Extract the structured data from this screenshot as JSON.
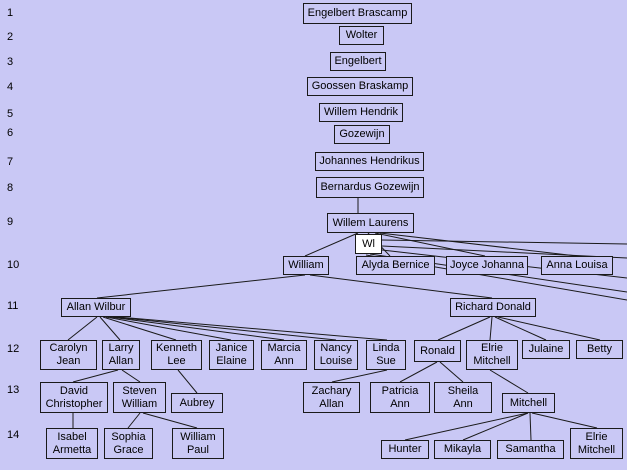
{
  "generations": [
    "1",
    "2",
    "3",
    "4",
    "5",
    "6",
    "7",
    "8",
    "9",
    "10",
    "11",
    "12",
    "13",
    "14"
  ],
  "nodes": {
    "engelbert_brascamp": "Engelbert Brascamp",
    "wolter": "Wolter",
    "engelbert": "Engelbert",
    "goossen_braskamp": "Goossen Braskamp",
    "willem_hendrik": "Willem Hendrik",
    "gozewijn": "Gozewijn",
    "johannes_hendrikus": "Johannes Hendrikus",
    "bernardus_gozewijn": "Bernardus Gozewijn",
    "willem_laurens": "Willem Laurens",
    "wl": "Wl",
    "william": "William",
    "alyda_bernice": "Alyda Bernice",
    "joyce_johanna": "Joyce Johanna",
    "anna_louisa": "Anna Louisa",
    "allan_wilbur": "Allan Wilbur",
    "richard_donald": "Richard Donald",
    "carolyn_jean": "Carolyn\nJean",
    "larry_allan": "Larry\nAllan",
    "kenneth_lee": "Kenneth\nLee",
    "janice_elaine": "Janice\nElaine",
    "marcia_ann": "Marcia\nAnn",
    "nancy_louise": "Nancy\nLouise",
    "linda_sue": "Linda\nSue",
    "ronald": "Ronald",
    "elrie_mitchell_12": "Elrie\nMitchell",
    "julaine": "Julaine",
    "betty": "Betty",
    "david_christopher": "David\nChristopher",
    "steven_william": "Steven\nWilliam",
    "aubrey": "Aubrey",
    "zachary_allan": "Zachary\nAllan",
    "patricia_ann": "Patricia\nAnn",
    "sheila_ann": "Sheila\nAnn",
    "mitchell": "Mitchell",
    "isabel_armetta": "Isabel\nArmetta",
    "sophia_grace": "Sophia\nGrace",
    "william_paul": "William\nPaul",
    "hunter": "Hunter",
    "mikayla": "Mikayla",
    "samantha": "Samantha",
    "elrie_mitchell_14": "Elrie\nMitchell"
  }
}
